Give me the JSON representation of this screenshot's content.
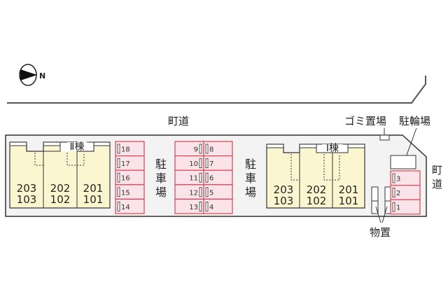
{
  "compass": {
    "label": "N"
  },
  "road_top": "町道",
  "road_right": [
    "町",
    "道"
  ],
  "garbage": "ゴミ置場",
  "bicycle": "駐輪場",
  "storage": "物置",
  "parking_label": [
    "駐",
    "車",
    "場"
  ],
  "building_2": {
    "name": "Ⅱ棟",
    "units": [
      [
        "203",
        "103"
      ],
      [
        "202",
        "102"
      ],
      [
        "201",
        "101"
      ]
    ]
  },
  "building_1": {
    "name": "Ⅰ棟",
    "units": [
      [
        "203",
        "103"
      ],
      [
        "202",
        "102"
      ],
      [
        "201",
        "101"
      ]
    ]
  },
  "parking": {
    "col_a": [
      "18",
      "17",
      "16",
      "15",
      "14"
    ],
    "col_b": [
      "9",
      "10",
      "11",
      "12",
      "13"
    ],
    "col_c": [
      "8",
      "7",
      "6",
      "5",
      "4"
    ],
    "col_d": [
      "3",
      "2",
      "1"
    ]
  },
  "colors": {
    "unit_fill": "#fbf6cf",
    "parking_fill": "#fbe3ea",
    "parking_stroke": "#e0424f",
    "site_fill": "#f3f3f3"
  }
}
